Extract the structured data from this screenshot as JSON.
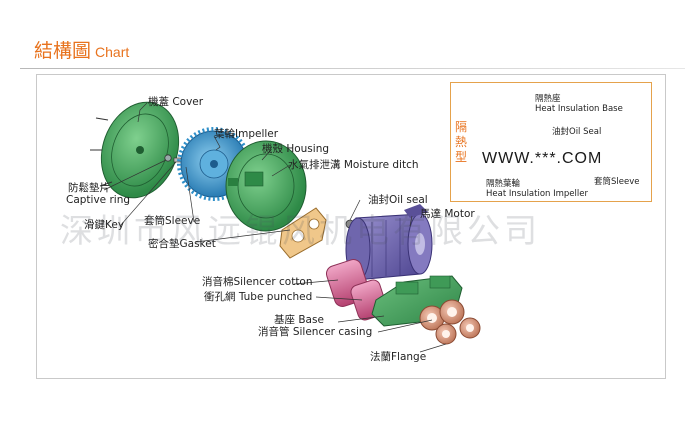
{
  "title": {
    "zh": "結構圖",
    "en": "Chart"
  },
  "labels": {
    "cover": "機蓋 Cover",
    "impeller": "葉輪Impeller",
    "housing": "機殼 Housing",
    "moisture_ditch": "水氣排泄溝 Moisture ditch",
    "captive_ring_zh": "防鬆墊片",
    "captive_ring_en": "Captive ring",
    "key": "滑鍵Key",
    "sleeve": "套筒Sleeve",
    "gasket": "密合墊Gasket",
    "oil_seal": "油封Oil seal",
    "motor": "馬達 Motor",
    "silencer_cotton": "消音棉Silencer cotton",
    "tube_punched": "衝孔網  Tube punched",
    "base": "基座 Base",
    "silencer_casing": "消音管 Silencer casing",
    "flange": "法蘭Flange"
  },
  "inset": {
    "title": "隔熱型",
    "heat_base_zh": "隔熱座",
    "heat_base_en": "Heat Insulation Base",
    "oil_seal": "油封Oil Seal",
    "sleeve": "套筒Sleeve",
    "heat_impeller_zh": "隔熱葉輪",
    "heat_impeller_en": "Heat Insulation Impeller"
  },
  "watermarks": {
    "company": "深圳市风远锟风机电有限公司",
    "url": "WWW.***.COM"
  },
  "colors": {
    "accent": "#e8731e",
    "part_green": "#3aa357",
    "impeller_blue": "#2f8fc9",
    "motor_purple": "#6a5fa8",
    "silencer_pink": "#cf5c8e",
    "heat_yellow": "#f0b422"
  }
}
